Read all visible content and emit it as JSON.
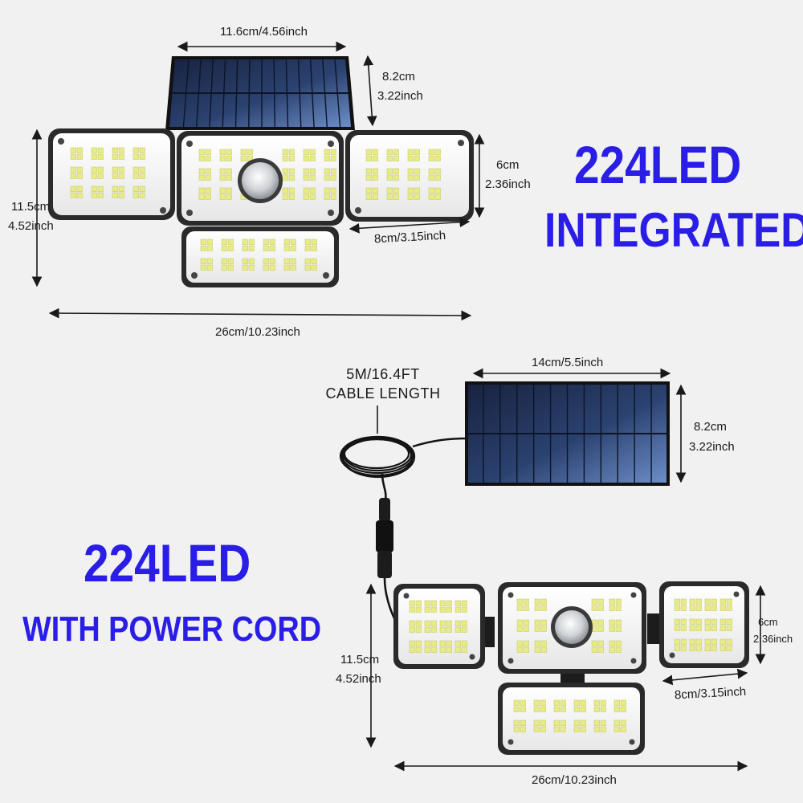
{
  "top_product": {
    "headline_line1": "224LED",
    "headline_line2": "INTEGRATED",
    "dim_panel_width": "11.6cm/4.56inch",
    "dim_panel_height_cm": "8.2cm",
    "dim_panel_height_in": "3.22inch",
    "dim_head_height_cm": "6cm",
    "dim_head_height_in": "2.36inch",
    "dim_head_width": "8cm/3.15inch",
    "dim_total_height_cm": "11.5cm",
    "dim_total_height_in": "4.52inch",
    "dim_total_width": "26cm/10.23inch"
  },
  "bottom_product": {
    "headline_line1": "224LED",
    "headline_line2": "WITH POWER CORD",
    "cable_line1": "5M/16.4FT",
    "cable_line2": "CABLE LENGTH",
    "dim_panel_width": "14cm/5.5inch",
    "dim_panel_height_cm": "8.2cm",
    "dim_panel_height_in": "3.22inch",
    "dim_head_height_cm": "6cm",
    "dim_head_height_in": "2.36inch",
    "dim_head_width": "8cm/3.15inch",
    "dim_total_height_cm": "11.5cm",
    "dim_total_height_in": "4.52inch",
    "dim_total_width": "26cm/10.23inch"
  },
  "colors": {
    "background": "#f1f1f1",
    "headline": "#2a1ee6",
    "solar_panel": "#1d2e52",
    "housing": "#2b2b2b",
    "lens": "#f7f7f7",
    "led_chip": "#e8ec86"
  }
}
